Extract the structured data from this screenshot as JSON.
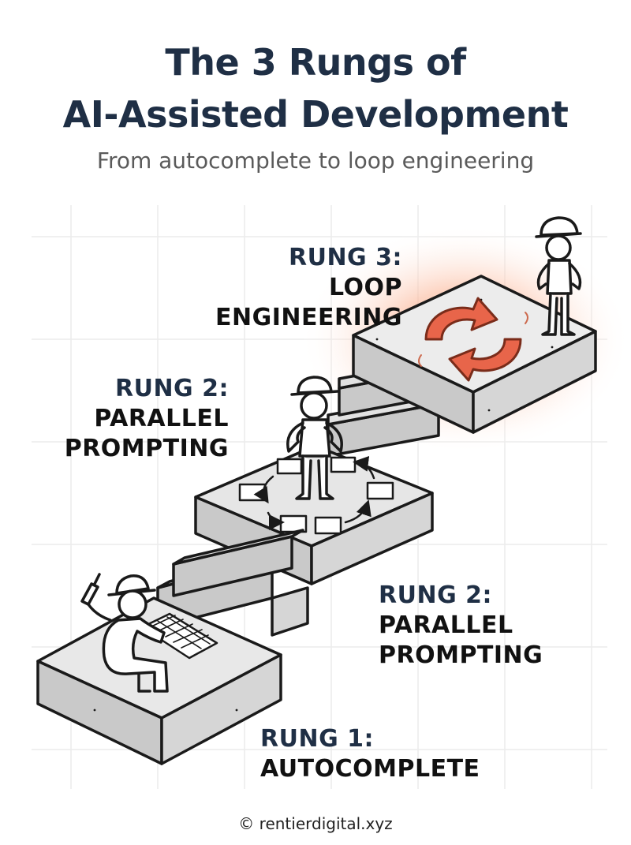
{
  "header": {
    "title_line1": "The 3 Rungs of",
    "title_line2": "AI-Assisted Development",
    "subtitle": "From autocomplete to loop engineering"
  },
  "rungs": [
    {
      "rung": "RUNG 3:",
      "name_lines": [
        "LOOP ENGINEERING"
      ]
    },
    {
      "rung": "RUNG 2:",
      "name_lines": [
        "PARALLEL",
        "PROMPTING"
      ]
    },
    {
      "rung": "RUNG 2:",
      "name_lines": [
        "PARALLEL",
        "PROMPTING"
      ]
    },
    {
      "rung": "RUNG 1:",
      "name_lines": [
        "AUTOCOMPLETE"
      ]
    }
  ],
  "icons": [
    "cycle-arrows-icon",
    "hard-hat-worker-icon",
    "keyboard-icon",
    "screwdriver-icon",
    "workflow-loop-icon"
  ],
  "colors": {
    "accent": "#e8654a",
    "glow": "#f8a07c",
    "step_top": "#e3e3e3",
    "step_side": "#c9c9c9",
    "ink": "#1a1a1a",
    "title": "#1f2f45"
  },
  "footer": {
    "credit": "© rentierdigital.xyz"
  }
}
